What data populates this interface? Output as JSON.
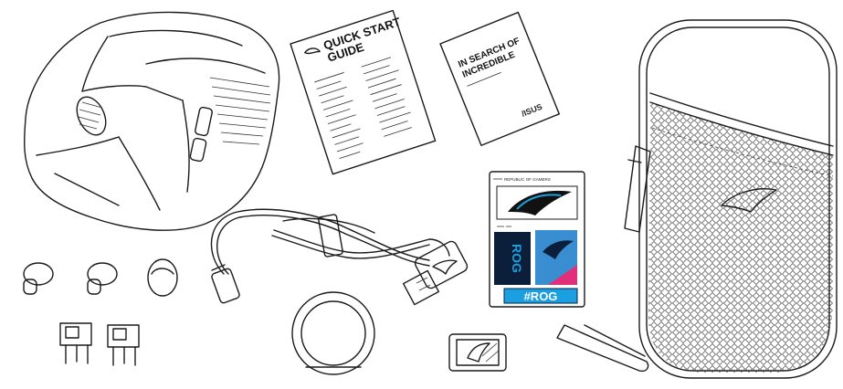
{
  "quick_start_guide": {
    "title_line1": "QUICK START",
    "title_line2": "GUIDE"
  },
  "booklet": {
    "title_line1": "IN SEARCH OF",
    "title_line2": "INCREDIBLE",
    "brand": "/ISUS"
  },
  "sticker_sheet": {
    "header": "REPUBLIC OF GAMERS",
    "tag": "#ROG",
    "vertical_text": "ROG"
  },
  "colors": {
    "line": "#1a1a1a",
    "sticker_blue": "#1a9fe0",
    "sticker_pink": "#e0307a",
    "sticker_dark": "#0c1f3a"
  }
}
